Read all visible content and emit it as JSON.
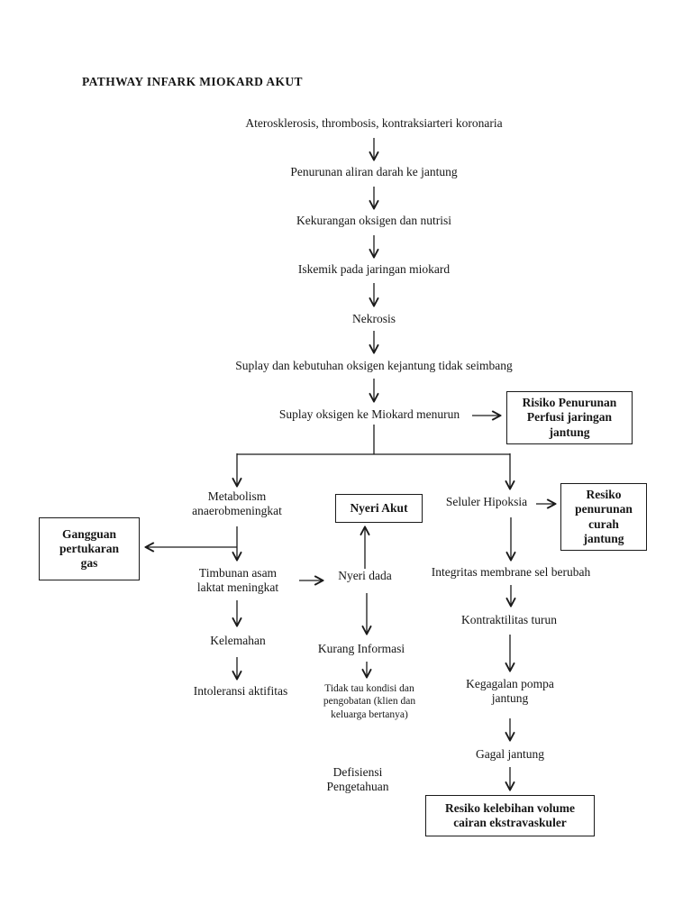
{
  "page_title": "PATHWAY INFARK MIOKARD AKUT",
  "diagram": {
    "colors": {
      "ink": "#161616",
      "background": "#ffffff",
      "box_border": "#1a1a1a"
    },
    "nodes": {
      "atero": {
        "label": "Aterosklerosis, thrombosis, kontraksiarteri koronaria"
      },
      "penurunan_aliran": {
        "label": "Penurunan aliran darah ke jantung"
      },
      "kekurangan_oksigen": {
        "label": "Kekurangan oksigen dan nutrisi"
      },
      "iskemik": {
        "label": "Iskemik pada jaringan miokard"
      },
      "nekrosis": {
        "label": "Nekrosis"
      },
      "suplay_kebutuhan": {
        "label": "Suplay dan kebutuhan oksigen kejantung tidak seimbang"
      },
      "suplay_oksigen": {
        "label": "Suplay oksigen ke Miokard menurun"
      },
      "risiko_perfusi": {
        "label": "Risiko Penurunan\nPerfusi jaringan\njantung"
      },
      "metabolism": {
        "label": "Metabolism\nanaerobmeningkat"
      },
      "nyeri_akut": {
        "label": "Nyeri Akut"
      },
      "seluler_hipoksia": {
        "label": "Seluler Hipoksia"
      },
      "resiko_curah": {
        "label": "Resiko\npenurunan\ncurah\njantung"
      },
      "gangguan_gas": {
        "label": "Gangguan\npertukaran\ngas"
      },
      "timbunan_asam": {
        "label": "Timbunan asam\nlaktat meningkat"
      },
      "nyeri_dada": {
        "label": "Nyeri dada"
      },
      "integritas": {
        "label": "Integritas membrane sel berubah"
      },
      "kelemahan": {
        "label": "Kelemahan"
      },
      "kurang_informasi": {
        "label": "Kurang Informasi"
      },
      "kontraktilitas": {
        "label": "Kontraktilitas turun"
      },
      "intoleransi": {
        "label": "Intoleransi aktifitas"
      },
      "tidak_tau": {
        "label": "Tidak tau kondisi dan\npengobatan (klien dan\nkeluarga bertanya)"
      },
      "kegagalan_pompa": {
        "label": "Kegagalan pompa\njantung"
      },
      "defisiensi": {
        "label": "Defisiensi\nPengetahuan"
      },
      "gagal_jantung": {
        "label": "Gagal jantung"
      },
      "resiko_volume": {
        "label": "Resiko kelebihan volume\ncairan ekstravaskuler"
      }
    }
  }
}
